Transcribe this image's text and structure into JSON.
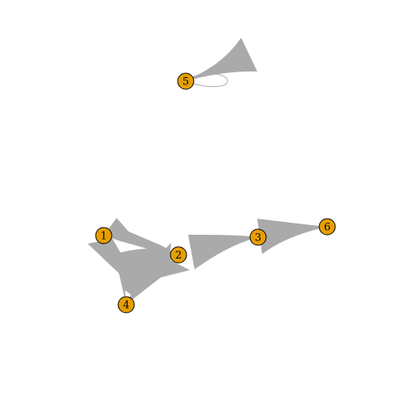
{
  "graph": {
    "node_color": "#E69F00",
    "edge_color": "#AAAAAA",
    "nodes": [
      {
        "id": "1",
        "label": "1"
      },
      {
        "id": "2",
        "label": "2"
      },
      {
        "id": "3",
        "label": "3"
      },
      {
        "id": "4",
        "label": "4"
      },
      {
        "id": "5",
        "label": "5"
      },
      {
        "id": "6",
        "label": "6"
      }
    ],
    "edges": [
      {
        "from": "1",
        "to": "2",
        "directed": true
      },
      {
        "from": "4",
        "to": "1",
        "directed": true
      },
      {
        "from": "2",
        "to": "4",
        "directed": true
      },
      {
        "from": "2",
        "to": "3",
        "directed": true
      },
      {
        "from": "3",
        "to": "6",
        "directed": true
      },
      {
        "from": "5",
        "to": "5",
        "directed": true,
        "loop": true
      }
    ]
  }
}
